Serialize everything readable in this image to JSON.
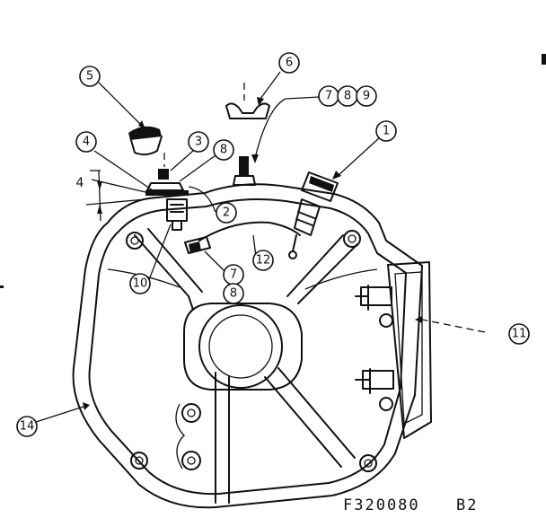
{
  "callouts": {
    "c1": "1",
    "c2": "2",
    "c3": "3",
    "c4": "4",
    "c5": "5",
    "c6": "6",
    "c7a": "7",
    "c8a": "8",
    "c9": "9",
    "c8b": "8",
    "c10": "10",
    "c11": "11",
    "c12": "12",
    "c7b": "7",
    "c8c": "8",
    "c14": "14"
  },
  "dimension_label": "4",
  "figure_code": "F320080",
  "figure_rev": "B2"
}
